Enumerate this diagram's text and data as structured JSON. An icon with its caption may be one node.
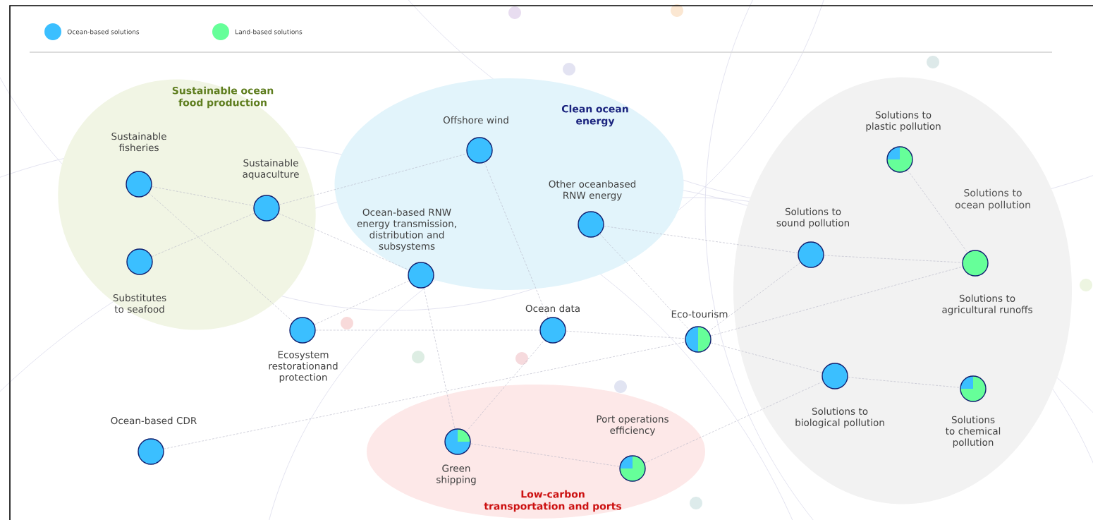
{
  "diagram": {
    "nodes": [
      {
        "text": [
          "Sustainable ocean food production"
        ]
      },
      {
        "text": [
          "Sustainable fisheries"
        ],
        "in": 0
      },
      {
        "text": [
          "Sustainable aquaculture"
        ],
        "in": 0
      },
      {
        "text": [
          "Substitutes to seafood"
        ],
        "in": 0
      },
      {
        "text": [
          "Clean ocean energy"
        ]
      },
      {
        "text": [
          "Offshore wind"
        ],
        "in": 4
      },
      {
        "text": [
          "Other oceanbased RNW energy"
        ],
        "in": 4
      },
      {
        "text": [
          "Ocean-based RNW energy transmission, distribution and subsystems"
        ],
        "in": 4
      },
      {
        "text": [
          "Ecosystem restorationand protection"
        ]
      },
      {
        "text": [
          "Ocean data"
        ]
      },
      {
        "text": [
          "Eco-tourism"
        ]
      },
      {
        "text": [
          "Ocean-based CDR"
        ]
      },
      {
        "text": [
          "Low-carbon transportation and ports"
        ]
      },
      {
        "text": [
          "Green shipping"
        ],
        "in": 12
      },
      {
        "text": [
          "Port operations efficiency"
        ],
        "in": 12
      },
      {
        "text": [
          "Solutions to ocean pollution"
        ]
      },
      {
        "text": [
          "Solutions to plastic pollution"
        ],
        "in": 15
      },
      {
        "text": [
          "Solutions to sound pollution"
        ],
        "in": 15
      },
      {
        "text": [
          "Solutions to agricultural runoffs"
        ],
        "in": 15
      },
      {
        "text": [
          "Solutions to biological pollution"
        ],
        "in": 15
      },
      {
        "text": [
          "Solutions to chemical pollution"
        ],
        "in": 15
      }
    ],
    "edges": [
      {
        "from": 1,
        "to": 2,
        "arrow": "none"
      },
      {
        "from": 1,
        "to": 8,
        "arrow": "none"
      },
      {
        "from": 3,
        "to": 2,
        "arrow": "none"
      },
      {
        "from": 2,
        "to": 7,
        "arrow": "none"
      },
      {
        "from": 2,
        "to": 5,
        "arrow": "none"
      },
      {
        "from": 5,
        "to": 9,
        "arrow": "none"
      },
      {
        "from": 6,
        "to": 10,
        "arrow": "none"
      },
      {
        "from": 6,
        "to": 17,
        "arrow": "none"
      },
      {
        "from": 7,
        "to": 8,
        "arrow": "none"
      },
      {
        "from": 7,
        "to": 13,
        "arrow": "none"
      },
      {
        "from": 8,
        "to": 9,
        "arrow": "none"
      },
      {
        "from": 11,
        "to": 10,
        "arrow": "none"
      },
      {
        "from": 9,
        "to": 10,
        "arrow": "none"
      },
      {
        "from": 13,
        "to": 9,
        "arrow": "none"
      },
      {
        "from": 13,
        "to": 14,
        "arrow": "none"
      },
      {
        "from": 14,
        "to": 19,
        "arrow": "none"
      },
      {
        "from": 10,
        "to": 19,
        "arrow": "none"
      },
      {
        "from": 10,
        "to": 18,
        "arrow": "none"
      },
      {
        "from": 17,
        "to": 18,
        "arrow": "none"
      },
      {
        "from": 17,
        "to": 10,
        "arrow": "none"
      },
      {
        "from": 16,
        "to": 18,
        "arrow": "none"
      },
      {
        "from": 19,
        "to": 20,
        "arrow": "none"
      }
    ],
    "legend": [
      {
        "text": "Ocean-based solutions",
        "color": "#3bbfff"
      },
      {
        "text": "Land-based solutions",
        "color": "#66ff99"
      }
    ]
  }
}
